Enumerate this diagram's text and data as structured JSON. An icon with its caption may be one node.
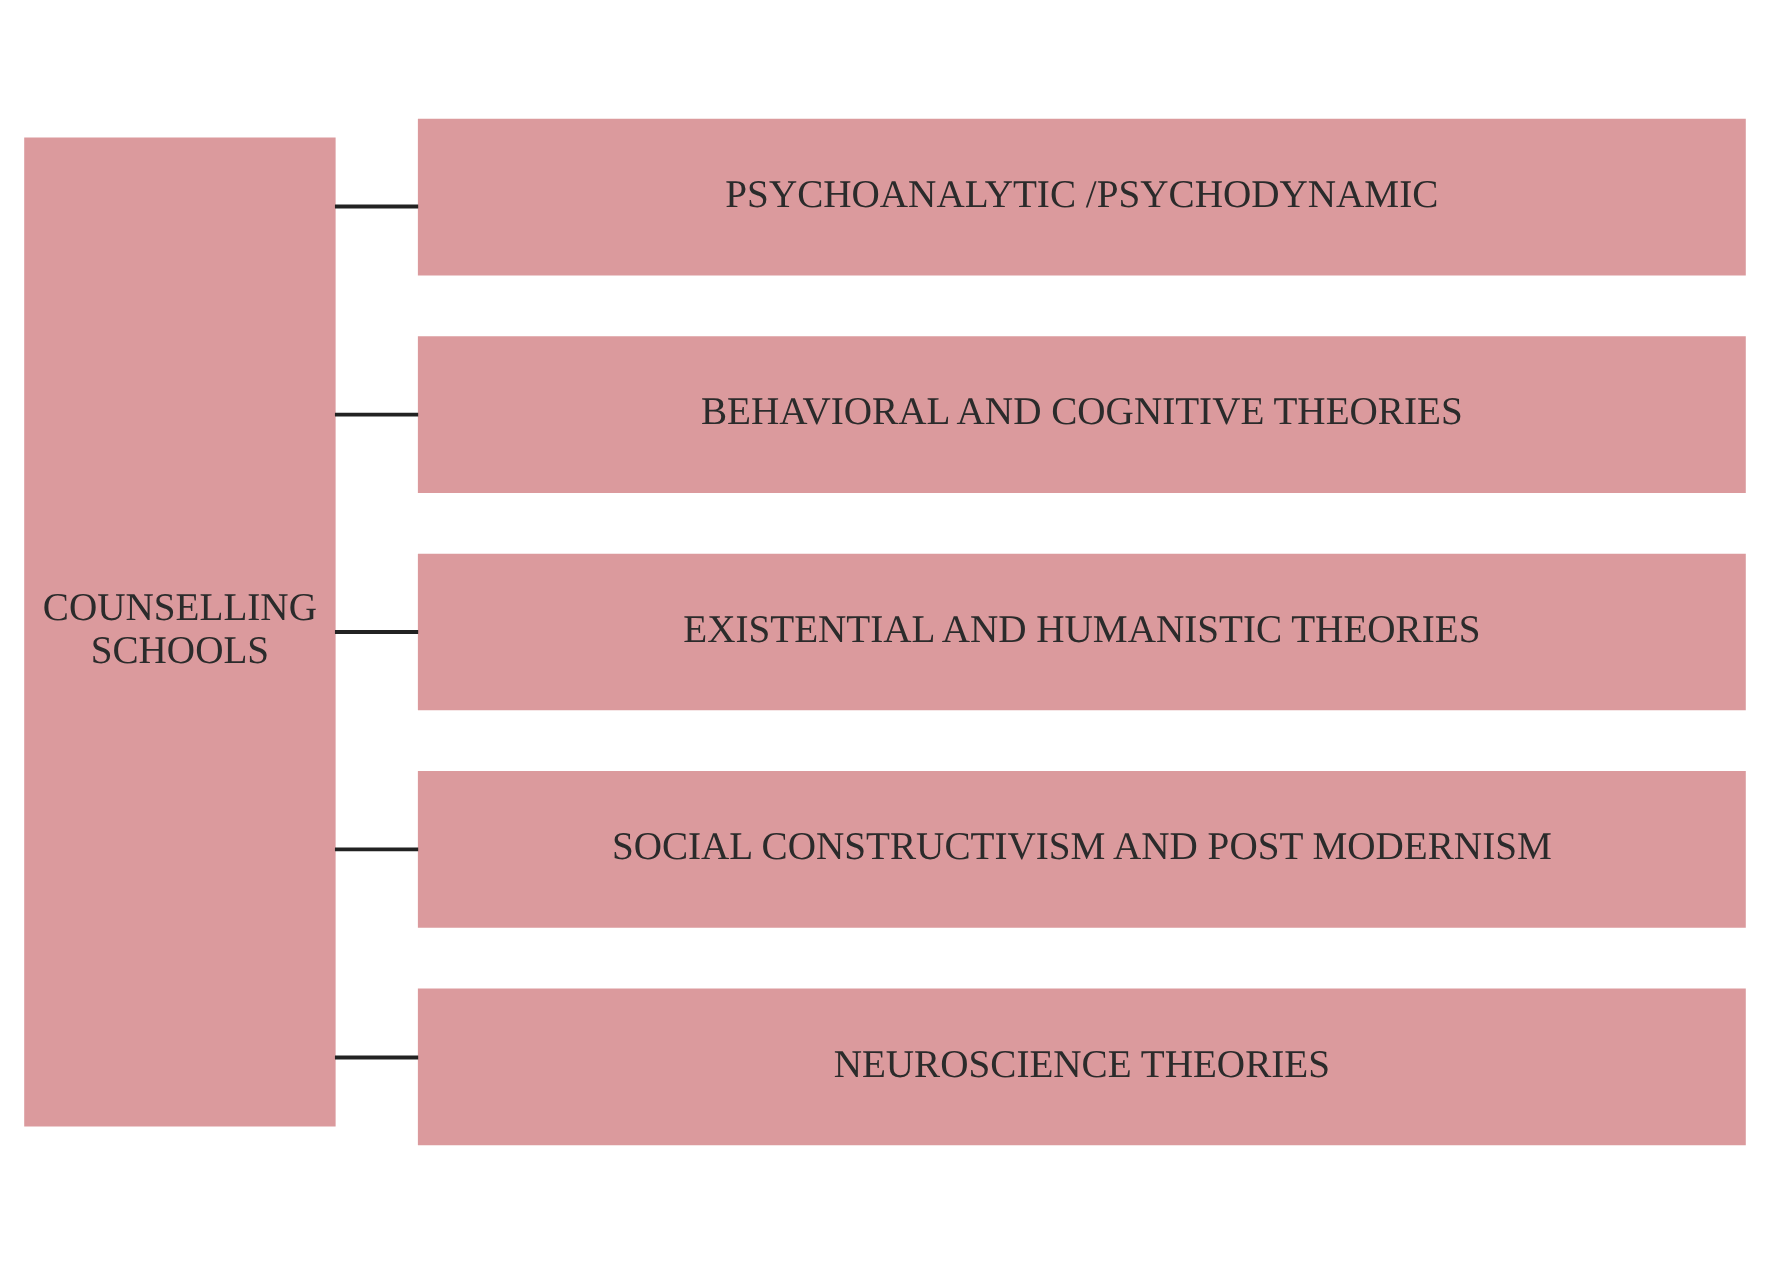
{
  "diagram": {
    "nodes": [
      {
        "text": [
          "COUNSELLING SCHOOLS"
        ]
      },
      {
        "text": [
          "PSYCHOANALYTIC /PSYCHODYNAMIC"
        ]
      },
      {
        "text": [
          "BEHAVIORAL AND COGNITIVE THEORIES"
        ]
      },
      {
        "text": [
          "EXISTENTIAL AND HUMANISTIC THEORIES"
        ]
      },
      {
        "text": [
          "SOCIAL CONSTRUCTIVISM AND POST MODERNISM"
        ]
      },
      {
        "text": [
          "NEUROSCIENCE THEORIES"
        ]
      }
    ],
    "edges": [
      {
        "from": 0,
        "to": 1,
        "arrow": "none"
      },
      {
        "from": 0,
        "to": 2,
        "arrow": "none"
      },
      {
        "from": 0,
        "to": 3,
        "arrow": "none"
      },
      {
        "from": 0,
        "to": 4,
        "arrow": "none"
      },
      {
        "from": 0,
        "to": 5,
        "arrow": "none"
      }
    ]
  }
}
